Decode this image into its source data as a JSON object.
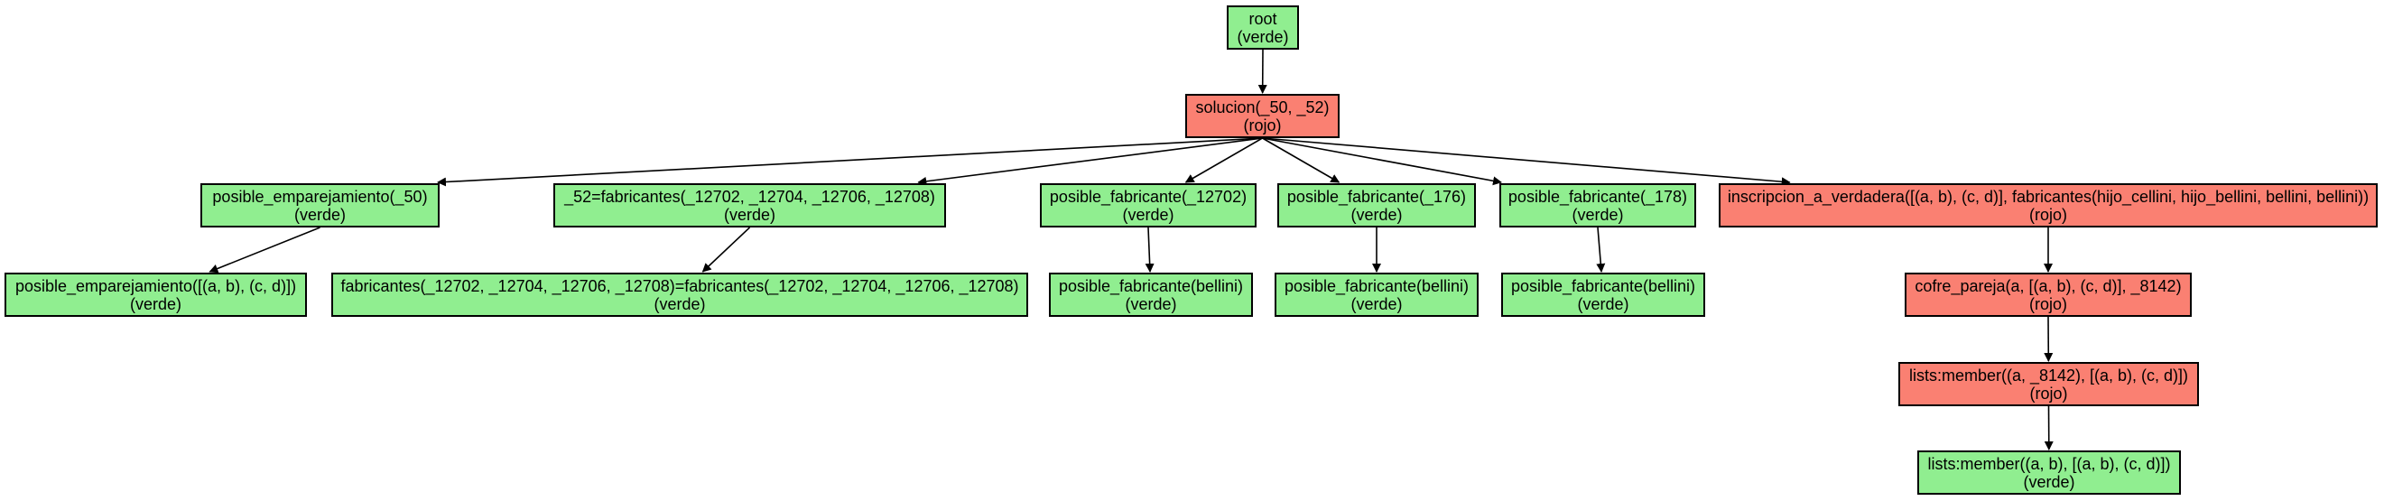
{
  "colors": {
    "verde": "#90ee90",
    "rojo": "#fa8072",
    "edge": "#000000"
  },
  "nodes": {
    "root": {
      "label": "root",
      "status": "(verde)",
      "color": "verde"
    },
    "solucion": {
      "label": "solucion(_50, _52)",
      "status": "(rojo)",
      "color": "rojo"
    },
    "posible_emp": {
      "label": "posible_emparejamiento(_50)",
      "status": "(verde)",
      "color": "verde"
    },
    "posible_emp_list": {
      "label": "posible_emparejamiento([(a, b), (c, d)])",
      "status": "(verde)",
      "color": "verde"
    },
    "fab_eq": {
      "label": "_52=fabricantes(_12702, _12704, _12706, _12708)",
      "status": "(verde)",
      "color": "verde"
    },
    "fab_eq2": {
      "label": "fabricantes(_12702, _12704, _12706, _12708)=fabricantes(_12702, _12704, _12706, _12708)",
      "status": "(verde)",
      "color": "verde"
    },
    "pf_12702": {
      "label": "posible_fabricante(_12702)",
      "status": "(verde)",
      "color": "verde"
    },
    "pf_bellini_1": {
      "label": "posible_fabricante(bellini)",
      "status": "(verde)",
      "color": "verde"
    },
    "pf_176": {
      "label": "posible_fabricante(_176)",
      "status": "(verde)",
      "color": "verde"
    },
    "pf_bellini_2": {
      "label": "posible_fabricante(bellini)",
      "status": "(verde)",
      "color": "verde"
    },
    "pf_178": {
      "label": "posible_fabricante(_178)",
      "status": "(verde)",
      "color": "verde"
    },
    "pf_bellini_3": {
      "label": "posible_fabricante(bellini)",
      "status": "(verde)",
      "color": "verde"
    },
    "inscripcion": {
      "label": "inscripcion_a_verdadera([(a, b), (c, d)], fabricantes(hijo_cellini, hijo_bellini, bellini, bellini))",
      "status": "(rojo)",
      "color": "rojo"
    },
    "cofre": {
      "label": "cofre_pareja(a, [(a, b), (c, d)], _8142)",
      "status": "(rojo)",
      "color": "rojo"
    },
    "member1": {
      "label": "lists:member((a, _8142), [(a, b), (c, d)])",
      "status": "(rojo)",
      "color": "rojo"
    },
    "member2": {
      "label": "lists:member((a, b), [(a, b), (c, d)])",
      "status": "(verde)",
      "color": "verde"
    }
  },
  "edges": [
    [
      "root",
      "solucion"
    ],
    [
      "solucion",
      "posible_emp"
    ],
    [
      "solucion",
      "fab_eq"
    ],
    [
      "solucion",
      "pf_12702"
    ],
    [
      "solucion",
      "pf_176"
    ],
    [
      "solucion",
      "pf_178"
    ],
    [
      "solucion",
      "inscripcion"
    ],
    [
      "posible_emp",
      "posible_emp_list"
    ],
    [
      "fab_eq",
      "fab_eq2"
    ],
    [
      "pf_12702",
      "pf_bellini_1"
    ],
    [
      "pf_176",
      "pf_bellini_2"
    ],
    [
      "pf_178",
      "pf_bellini_3"
    ],
    [
      "inscripcion",
      "cofre"
    ],
    [
      "cofre",
      "member1"
    ],
    [
      "member1",
      "member2"
    ]
  ]
}
